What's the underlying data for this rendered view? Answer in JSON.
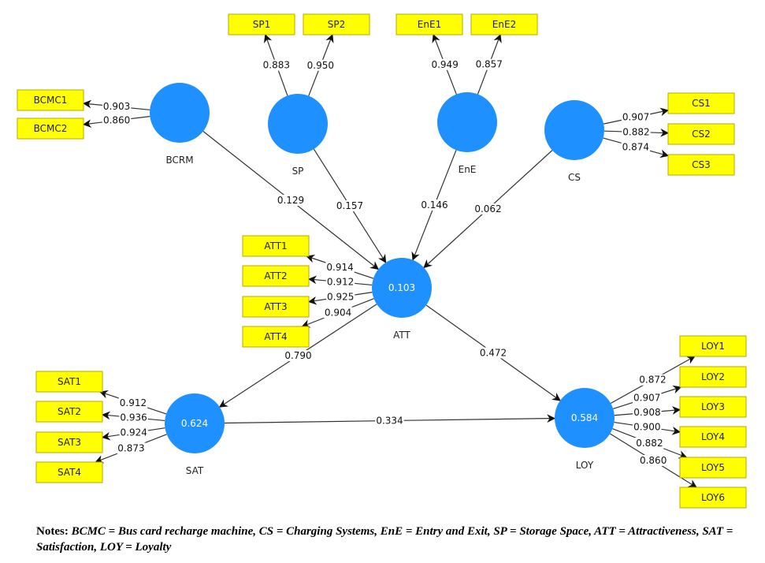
{
  "colors": {
    "construct": "#1e90ff",
    "indicator_fill": "#ffff00",
    "indicator_border": "#b8a800",
    "line": "#333333"
  },
  "constructs": [
    {
      "id": "BCRM",
      "label": "BCRM",
      "r2": ""
    },
    {
      "id": "SP",
      "label": "SP",
      "r2": ""
    },
    {
      "id": "EnE",
      "label": "EnE",
      "r2": ""
    },
    {
      "id": "CS",
      "label": "CS",
      "r2": ""
    },
    {
      "id": "ATT",
      "label": "ATT",
      "r2": "0.103"
    },
    {
      "id": "SAT",
      "label": "SAT",
      "r2": "0.624"
    },
    {
      "id": "LOY",
      "label": "LOY",
      "r2": "0.584"
    }
  ],
  "indicators": [
    {
      "id": "BCMC1",
      "construct": "BCRM",
      "loading": "0.903"
    },
    {
      "id": "BCMC2",
      "construct": "BCRM",
      "loading": "0.860"
    },
    {
      "id": "SP1",
      "construct": "SP",
      "loading": "0.883"
    },
    {
      "id": "SP2",
      "construct": "SP",
      "loading": "0.950"
    },
    {
      "id": "EnE1",
      "construct": "EnE",
      "loading": "0.949"
    },
    {
      "id": "EnE2",
      "construct": "EnE",
      "loading": "0.857"
    },
    {
      "id": "CS1",
      "construct": "CS",
      "loading": "0.907"
    },
    {
      "id": "CS2",
      "construct": "CS",
      "loading": "0.882"
    },
    {
      "id": "CS3",
      "construct": "CS",
      "loading": "0.874"
    },
    {
      "id": "ATT1",
      "construct": "ATT",
      "loading": "0.914"
    },
    {
      "id": "ATT2",
      "construct": "ATT",
      "loading": "0.912"
    },
    {
      "id": "ATT3",
      "construct": "ATT",
      "loading": "0.925"
    },
    {
      "id": "ATT4",
      "construct": "ATT",
      "loading": "0.904"
    },
    {
      "id": "SAT1",
      "construct": "SAT",
      "loading": "0.912"
    },
    {
      "id": "SAT2",
      "construct": "SAT",
      "loading": "0.936"
    },
    {
      "id": "SAT3",
      "construct": "SAT",
      "loading": "0.924"
    },
    {
      "id": "SAT4",
      "construct": "SAT",
      "loading": "0.873"
    },
    {
      "id": "LOY1",
      "construct": "LOY",
      "loading": "0.872"
    },
    {
      "id": "LOY2",
      "construct": "LOY",
      "loading": "0.907"
    },
    {
      "id": "LOY3",
      "construct": "LOY",
      "loading": "0.908"
    },
    {
      "id": "LOY4",
      "construct": "LOY",
      "loading": "0.900"
    },
    {
      "id": "LOY5",
      "construct": "LOY",
      "loading": "0.882"
    },
    {
      "id": "LOY6",
      "construct": "LOY",
      "loading": "0.860"
    }
  ],
  "paths": [
    {
      "from": "BCRM",
      "to": "ATT",
      "coef": "0.129"
    },
    {
      "from": "SP",
      "to": "ATT",
      "coef": "0.157"
    },
    {
      "from": "EnE",
      "to": "ATT",
      "coef": "0.146"
    },
    {
      "from": "CS",
      "to": "ATT",
      "coef": "0.062"
    },
    {
      "from": "ATT",
      "to": "SAT",
      "coef": "0.790"
    },
    {
      "from": "ATT",
      "to": "LOY",
      "coef": "0.472"
    },
    {
      "from": "SAT",
      "to": "LOY",
      "coef": "0.334"
    }
  ],
  "notes": {
    "label": "Notes:",
    "text": "BCMC = Bus card recharge machine, CS = Charging Systems, EnE = Entry and Exit, SP = Storage Space, ATT = Attractiveness, SAT = Satisfaction, LOY = Loyalty"
  }
}
